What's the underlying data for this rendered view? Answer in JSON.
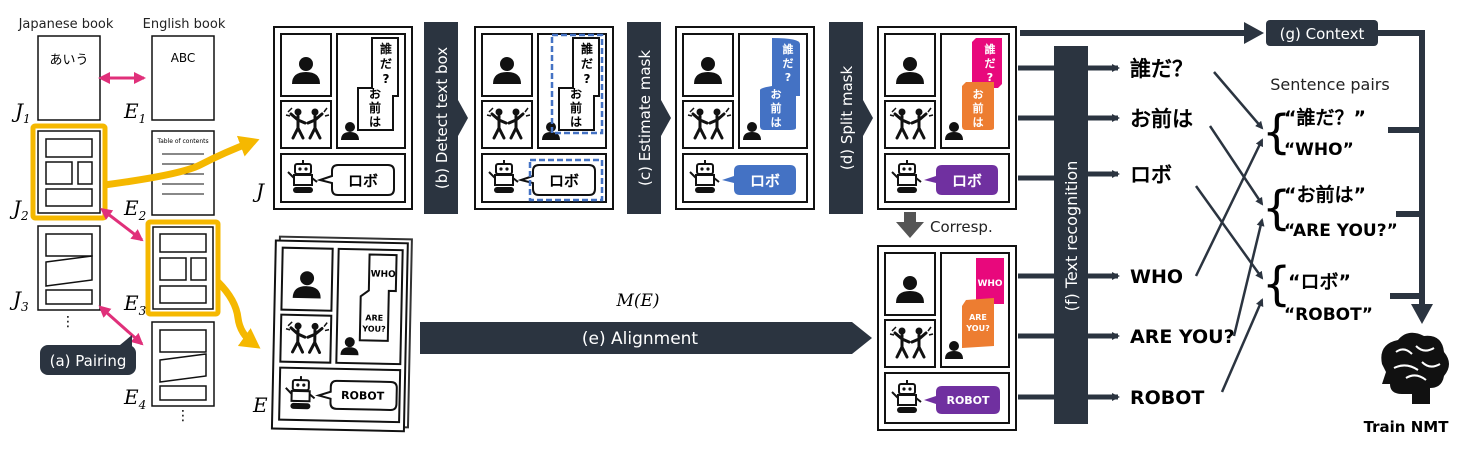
{
  "pairing": {
    "japanese_header": "Japanese book",
    "english_header": "English book",
    "jp_page_text": "あいう",
    "en_page_text": "ABC",
    "toc_title": "Table of contents",
    "labels": {
      "j1": "J",
      "j1_sub": "1",
      "j2": "J",
      "j2_sub": "2",
      "j3": "J",
      "j3_sub": "3",
      "e1": "E",
      "e1_sub": "1",
      "e2": "E",
      "e2_sub": "2",
      "e3": "E",
      "e3_sub": "3",
      "e4": "E",
      "e4_sub": "4"
    },
    "dots": "⋮",
    "step_label": "(a) Pairing"
  },
  "pages": {
    "j_label": "J",
    "e_label": "E",
    "jp_bubble_1": "誰だ？",
    "jp_bubble_2": "お前は",
    "jp_bubble_3": "ロボ",
    "en_bubble_1": "WHO",
    "en_bubble_2": "ARE YOU?",
    "en_bubble_3": "ROBOT"
  },
  "steps": {
    "detect": "(b) Detect text box",
    "estimate": "(c) Estimate mask",
    "split": "(d) Split mask",
    "alignment": "(e) Alignment",
    "alignment_math": "M(E)",
    "recognition": "(f) Text recognition",
    "context": "(g) Context",
    "corresp": "Corresp."
  },
  "recognized": {
    "jp": [
      "誰だ？",
      "お前は",
      "ロボ"
    ],
    "en": [
      "WHO",
      "ARE YOU?",
      "ROBOT"
    ]
  },
  "sentence_pairs": {
    "title": "Sentence pairs",
    "pairs": [
      {
        "jp": "“誰だ？”",
        "en": "“WHO”"
      },
      {
        "jp": "“お前は”",
        "en": "“ARE YOU?”"
      },
      {
        "jp": "“ロボ”",
        "en": "“ROBOT”"
      }
    ]
  },
  "train": {
    "label": "Train NMT",
    "icon": "brain-icon"
  },
  "colors": {
    "highlight": "#f5b800",
    "pair_arrow": "#e0307a",
    "dark": "#2b3440",
    "mask_blue": "#4472c4",
    "mask_pink": "#e8087c",
    "mask_orange": "#ed7d31",
    "mask_purple": "#7030a0"
  }
}
